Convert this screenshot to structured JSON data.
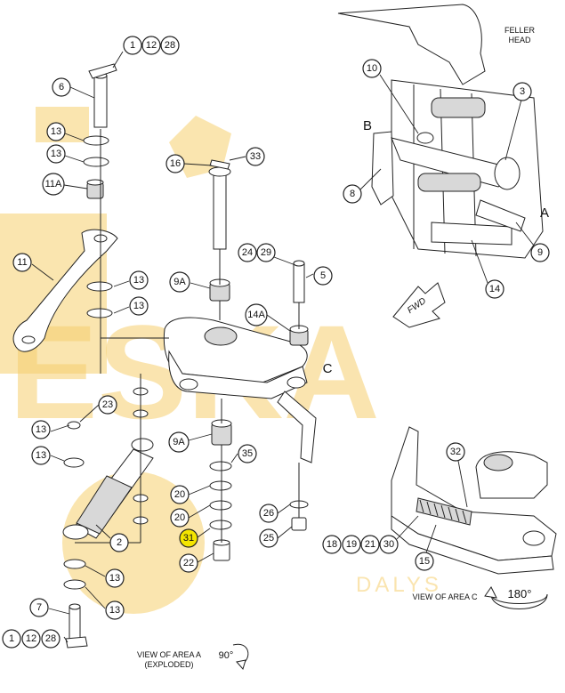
{
  "labels": {
    "feller_head_line1": "FELLER",
    "feller_head_line2": "HEAD",
    "letter_a": "A",
    "letter_b": "B",
    "letter_c": "C",
    "fwd": "FWD",
    "view_area_a_line1": "VIEW OF AREA  A",
    "view_area_a_line2": "(EXPLODED)",
    "rotation_90": "90°",
    "view_area_c": "VIEW OF AREA  C",
    "rotation_180": "180°"
  },
  "watermark": {
    "brand": "ESKA",
    "sub": "DALYS"
  },
  "callouts": {
    "c_1_top": "1",
    "c_12_top": "12",
    "c_28_top": "28",
    "c_6": "6",
    "c_13_a": "13",
    "c_13_b": "13",
    "c_11a": "11A",
    "c_11": "11",
    "c_13_c": "13",
    "c_13_d": "13",
    "c_16": "16",
    "c_33": "33",
    "c_9a_top": "9A",
    "c_24": "24",
    "c_29": "29",
    "c_5": "5",
    "c_14a": "14A",
    "c_23": "23",
    "c_13_e": "13",
    "c_13_f": "13",
    "c_2": "2",
    "c_9a_bot": "9A",
    "c_35": "35",
    "c_20_a": "20",
    "c_20_b": "20",
    "c_31": "31",
    "c_22": "22",
    "c_26": "26",
    "c_25": "25",
    "c_13_g": "13",
    "c_13_h": "13",
    "c_7": "7",
    "c_1_bot": "1",
    "c_12_bot": "12",
    "c_28_bot": "28",
    "c_10": "10",
    "c_3": "3",
    "c_8": "8",
    "c_9": "9",
    "c_14": "14",
    "c_32": "32",
    "c_18": "18",
    "c_19": "19",
    "c_21": "21",
    "c_30": "30",
    "c_15": "15"
  },
  "colors": {
    "highlight": "#f4e500",
    "watermark": "#f6cf6e",
    "line": "#222222"
  }
}
